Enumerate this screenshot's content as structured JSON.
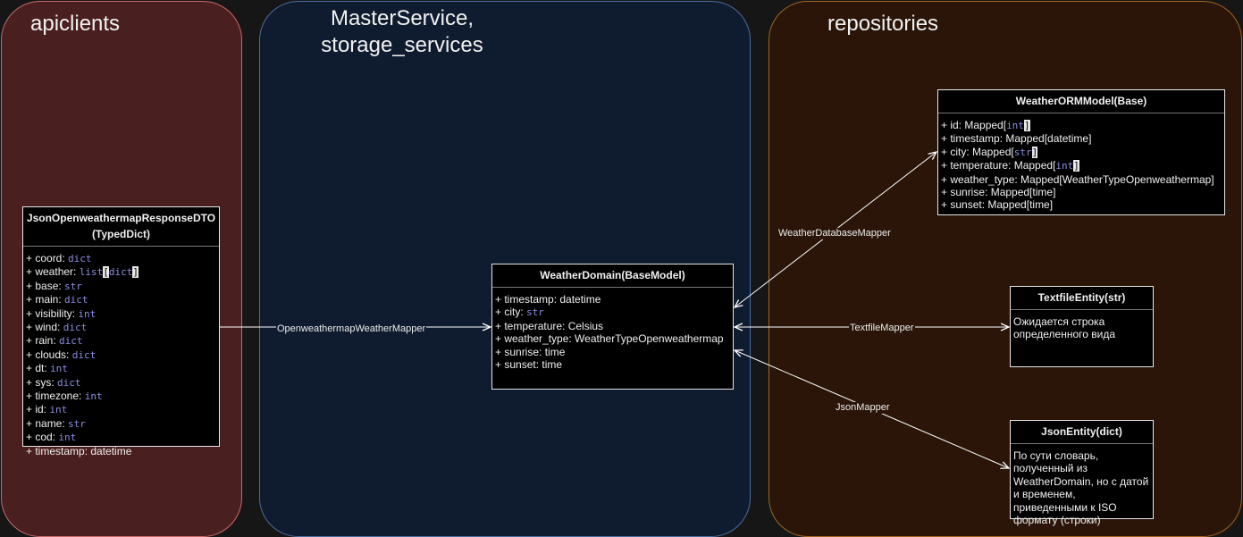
{
  "groups": {
    "apiclients": "apiclients",
    "middle_line1": "MasterService,",
    "middle_line2": "storage_services",
    "repositories": "repositories"
  },
  "dto": {
    "title_line1": "JsonOpenweathermapResponseDTO",
    "title_line2": "(TypedDict)",
    "attrs": [
      {
        "name": "+ coord: ",
        "type": "dict"
      },
      {
        "name": "+ weather: ",
        "type": "list[dict]"
      },
      {
        "name": "+ base: ",
        "type": "str"
      },
      {
        "name": "+ main: ",
        "type": "dict"
      },
      {
        "name": "+ visibility: ",
        "type": "int"
      },
      {
        "name": "+ wind: ",
        "type": "dict"
      },
      {
        "name": "+ rain: ",
        "type": "dict"
      },
      {
        "name": "+ clouds: ",
        "type": "dict"
      },
      {
        "name": "+ dt: ",
        "type": "int"
      },
      {
        "name": "+ sys: ",
        "type": "dict"
      },
      {
        "name": "+ timezone: ",
        "type": "int"
      },
      {
        "name": "+ id: ",
        "type": "int"
      },
      {
        "name": "+ name: ",
        "type": "str"
      },
      {
        "name": "+ cod: ",
        "type": "int"
      },
      {
        "name": "+ timestamp: datetime",
        "type": ""
      }
    ]
  },
  "domain": {
    "title": "WeatherDomain(BaseModel)",
    "attrs": [
      {
        "name": "+ timestamp: datetime",
        "type": ""
      },
      {
        "name": "+ city: ",
        "type": "str"
      },
      {
        "name": "+ temperature: Celsius",
        "type": ""
      },
      {
        "name": "+ weather_type: WeatherTypeOpenweathermap",
        "type": ""
      },
      {
        "name": "+ sunrise: time",
        "type": ""
      },
      {
        "name": "+ sunset: time",
        "type": ""
      }
    ]
  },
  "orm": {
    "title": "WeatherORMModel(Base)",
    "attrs": [
      {
        "name": "+ id: Mapped[",
        "type": "int",
        "tail": "]"
      },
      {
        "name": "+ timestamp: Mapped[datetime]",
        "type": "",
        "tail": ""
      },
      {
        "name": "+ city: Mapped[",
        "type": "str",
        "tail": "]"
      },
      {
        "name": "+ temperature: Mapped[",
        "type": "int",
        "tail": "]"
      },
      {
        "name": "+ weather_type: Mapped[WeatherTypeOpenweathermap]",
        "type": "",
        "tail": ""
      },
      {
        "name": "+ sunrise: Mapped[time]",
        "type": "",
        "tail": ""
      },
      {
        "name": "+ sunset: Mapped[time]",
        "type": "",
        "tail": ""
      }
    ]
  },
  "textfile": {
    "title": "TextfileEntity(str)",
    "note": "Ожидается строка определенного вида"
  },
  "jsonentity": {
    "title": "JsonEntity(dict)",
    "note": "По сути словарь, полученный из WeatherDomain, но с датой и временем, приведенными к ISO формату (строки)"
  },
  "edges": {
    "openweathermap": "OpenweathermapWeatherMapper",
    "database": "WeatherDatabaseMapper",
    "textfile": "TextfileMapper",
    "json": "JsonMapper"
  },
  "colors": {
    "apiclients_fill": "#4a1f1f",
    "middle_fill": "#0f1b2e",
    "repositories_fill": "#2a1508",
    "type_keyword": "#8a8ee0"
  }
}
